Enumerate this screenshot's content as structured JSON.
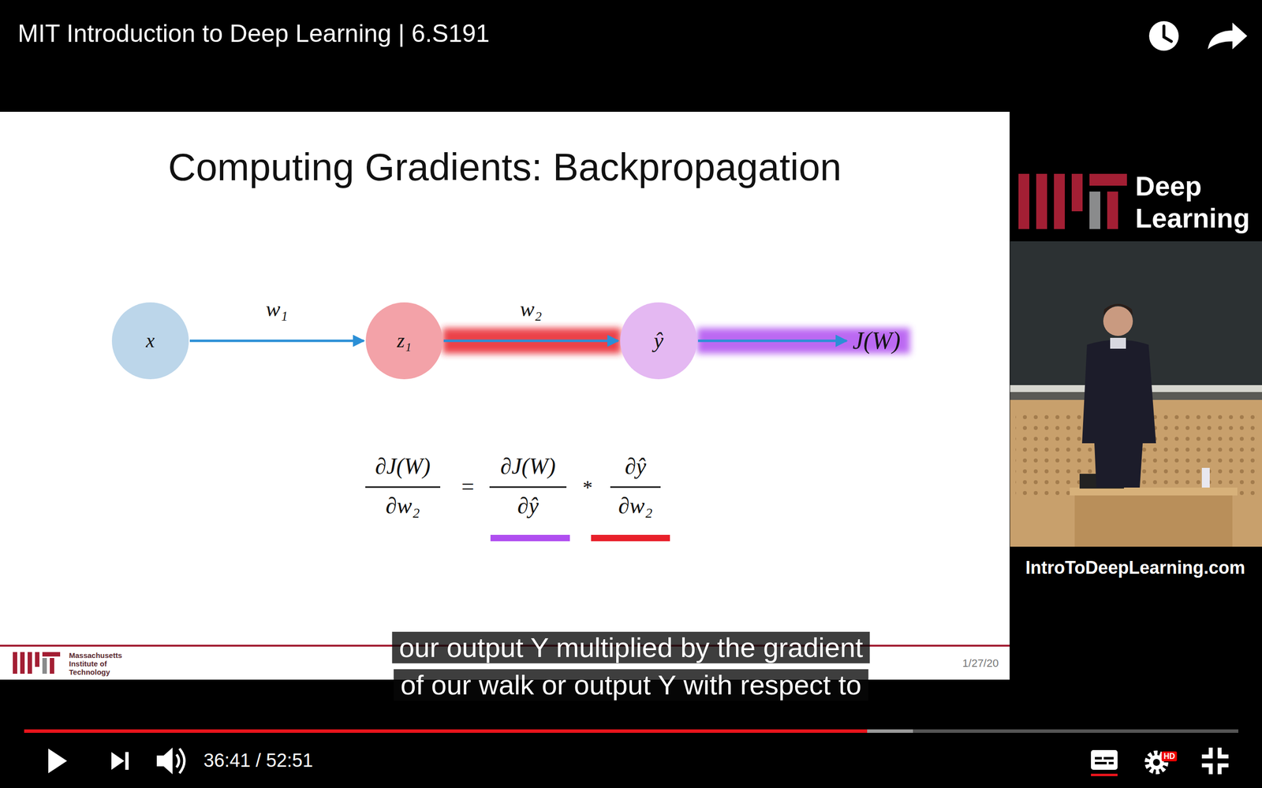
{
  "diagram": {
    "title": "Computing Gradients: Backpropagation",
    "nodes": [
      {
        "text": [
          "x"
        ]
      },
      {
        "text": [
          "z₁"
        ]
      },
      {
        "text": [
          "ŷ"
        ]
      },
      {
        "text": [
          "J(W)"
        ]
      }
    ],
    "edges": [
      {
        "from": 0,
        "to": 1,
        "label": "w₁",
        "arrow": "to"
      },
      {
        "from": 1,
        "to": 2,
        "label": "w₂",
        "arrow": "to"
      },
      {
        "from": 2,
        "to": 3,
        "arrow": "to"
      }
    ],
    "labels": [
      "MIT Introduction to Deep Learning | 6.S191",
      "Deep",
      "Learning",
      "IntroToDeepLearning.com",
      "∂J(W)",
      "∂w₂",
      "=",
      "∂J(W)",
      "∂ŷ",
      "*",
      "∂ŷ",
      "∂w₂",
      "Massachusetts",
      "Institute of",
      "Technology",
      "1/27/20",
      "our output Y multiplied by the gradient",
      "of our walk or output Y with respect to",
      "36:41 / 52:51",
      "HD"
    ]
  }
}
